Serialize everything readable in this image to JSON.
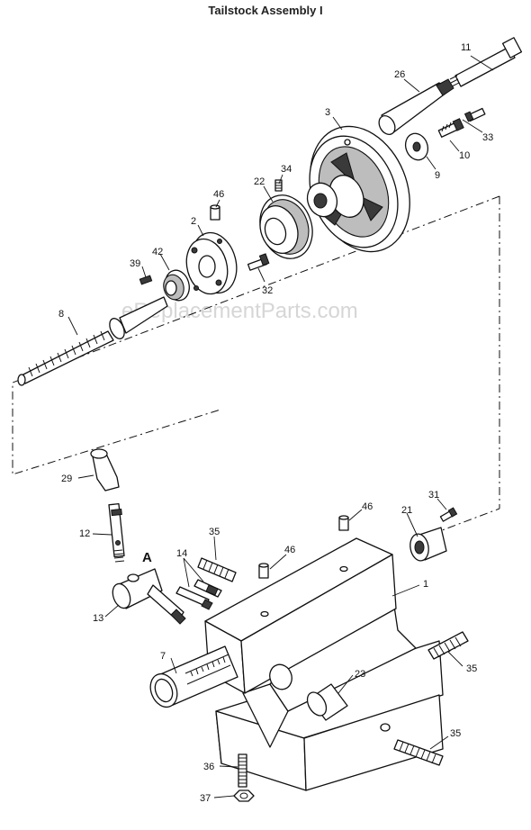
{
  "title": "Tailstock Assembly I",
  "watermark": "eReplacementParts.com",
  "view_marker": "A",
  "callouts": {
    "c1": "1",
    "c2": "2",
    "c3": "3",
    "c7": "7",
    "c8": "8",
    "c9": "9",
    "c10": "10",
    "c11": "11",
    "c12": "12",
    "c13": "13",
    "c14": "14",
    "c21": "21",
    "c22": "22",
    "c23": "23",
    "c26": "26",
    "c29": "29",
    "c31": "31",
    "c32": "32",
    "c33": "33",
    "c34": "34",
    "c35a": "35",
    "c35b": "35",
    "c35c": "35",
    "c36": "36",
    "c37": "37",
    "c39": "39",
    "c42": "42",
    "c46a": "46",
    "c46b": "46",
    "c46c": "46"
  }
}
